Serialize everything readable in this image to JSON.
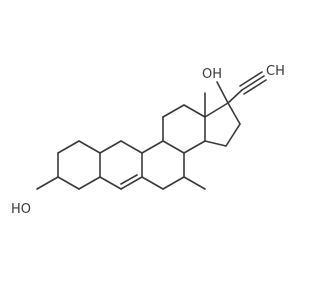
{
  "molecule": {
    "labels": {
      "oh_top": "OH",
      "ho_left": "HO",
      "ch_right": "CH"
    }
  }
}
